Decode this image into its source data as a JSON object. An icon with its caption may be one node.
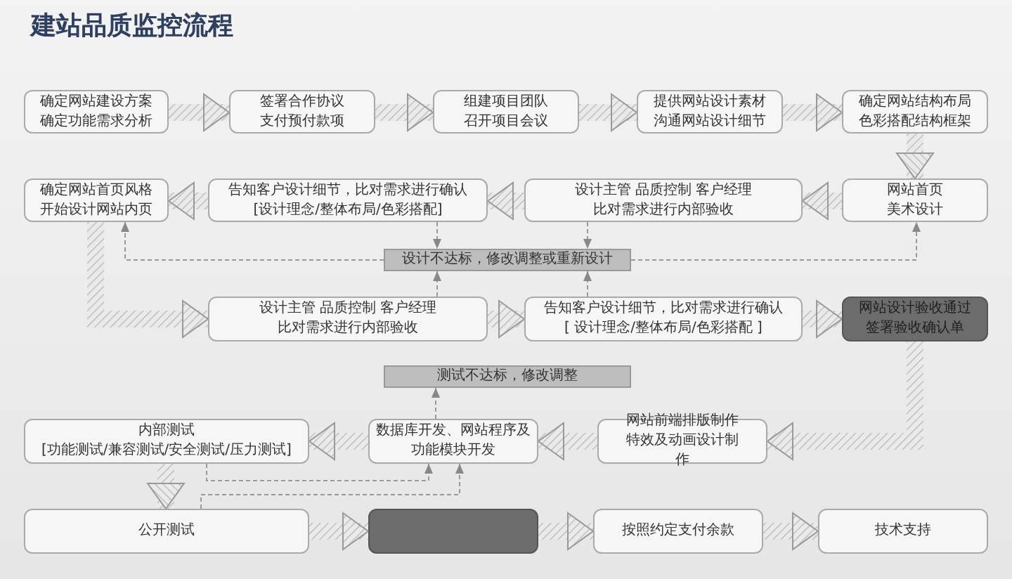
{
  "diagram": {
    "title": "建站品质监控流程",
    "nodes": [
      {
        "text": [
          "确定网站建设方案确定功能需求分析"
        ]
      },
      {
        "text": [
          "签署合作协议支付预付款项"
        ]
      },
      {
        "text": [
          "组建项目团队召开项目会议"
        ]
      },
      {
        "text": [
          "提供网站设计素材沟通网站设计细节"
        ]
      },
      {
        "text": [
          "确定网站结构布局色彩搭配结构框架"
        ]
      },
      {
        "text": [
          "确定网站首页风格开始设计网站内页"
        ]
      },
      {
        "text": [
          "告知客户设计细节，比对需求进行确认[设计理念/整体布局/色彩搭配]"
        ]
      },
      {
        "text": [
          "设计主管 品质控制 客户经理比对需求进行内部验收"
        ]
      },
      {
        "text": [
          "网站首页美术设计"
        ]
      },
      {
        "text": [
          "设计不达标，修改调整或重新设计"
        ]
      },
      {
        "text": [
          "设计主管 品质控制 客户经理比对需求进行内部验收"
        ]
      },
      {
        "text": [
          "告知客户设计细节，比对需求进行确认[ 设计理念/整体布局/色彩搭配 ]"
        ]
      },
      {
        "text": [
          "网站设计验收通过签署验收确认单"
        ]
      },
      {
        "text": [
          "网站前端排版制作特效及动画设计制作"
        ]
      },
      {
        "text": [
          "测试不达标，修改调整"
        ]
      },
      {
        "text": [
          "内部测试",
          "[功能测试/兼容测试/安全测试/压力测试]"
        ]
      },
      {
        "text": [
          "数据库开发、网站程序及功能模块开发"
        ]
      },
      {
        "text": [
          "公开测试"
        ]
      },
      {
        "text": [],
        "shape": "box"
      },
      {
        "text": [
          "按照约定支付余款"
        ]
      },
      {
        "text": [
          "技术支持"
        ]
      }
    ],
    "edges": [
      {
        "from": 0,
        "to": 1,
        "arrow": "to",
        "style": "thick"
      },
      {
        "from": 1,
        "to": 2,
        "arrow": "to",
        "style": "thick"
      },
      {
        "from": 2,
        "to": 3,
        "arrow": "to",
        "style": "thick"
      },
      {
        "from": 3,
        "to": 4,
        "arrow": "to",
        "style": "thick"
      },
      {
        "from": 4,
        "to": 8,
        "arrow": "to",
        "style": "thick"
      },
      {
        "from": 8,
        "to": 7,
        "arrow": "to",
        "style": "thick"
      },
      {
        "from": 7,
        "to": 6,
        "arrow": "to",
        "style": "thick"
      },
      {
        "from": 6,
        "to": 5,
        "arrow": "to",
        "style": "thick"
      },
      {
        "from": 6,
        "to": 9,
        "arrow": "to",
        "style": "dashed"
      },
      {
        "from": 7,
        "to": 9,
        "arrow": "to",
        "style": "dashed"
      },
      {
        "from": 10,
        "to": 9,
        "arrow": "to",
        "style": "dashed"
      },
      {
        "from": 11,
        "to": 9,
        "arrow": "to",
        "style": "dashed"
      },
      {
        "from": 9,
        "to": 5,
        "arrow": "to",
        "style": "dashed"
      },
      {
        "from": 9,
        "to": 8,
        "arrow": "to",
        "style": "dashed"
      },
      {
        "from": 5,
        "to": 10,
        "arrow": "to",
        "style": "thick"
      },
      {
        "from": 10,
        "to": 11,
        "arrow": "to",
        "style": "thick"
      },
      {
        "from": 11,
        "to": 12,
        "arrow": "to",
        "style": "thick"
      },
      {
        "from": 12,
        "to": 13,
        "arrow": "to",
        "style": "thick"
      },
      {
        "from": 13,
        "to": 16,
        "arrow": "to",
        "style": "thick"
      },
      {
        "from": 16,
        "to": 15,
        "arrow": "to",
        "style": "thick"
      },
      {
        "from": 16,
        "to": 14,
        "arrow": "to",
        "style": "dashed"
      },
      {
        "from": 15,
        "to": 16,
        "arrow": "to",
        "style": "dashed"
      },
      {
        "from": 17,
        "to": 16,
        "arrow": "to",
        "style": "dashed"
      },
      {
        "from": 15,
        "to": 17,
        "arrow": "to",
        "style": "thick"
      },
      {
        "from": 17,
        "to": 18,
        "arrow": "to",
        "style": "thick"
      },
      {
        "from": 18,
        "to": 19,
        "arrow": "to",
        "style": "thick"
      },
      {
        "from": 19,
        "to": 20,
        "arrow": "to",
        "style": "thick"
      }
    ]
  }
}
